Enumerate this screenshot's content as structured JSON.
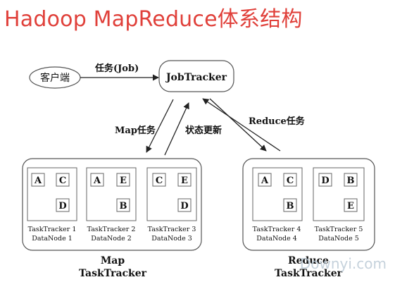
{
  "title": "Hadoop MapReduce体系结构",
  "client": {
    "label": "客户端"
  },
  "job_arrow_label": "任务(Job)",
  "jobtracker": {
    "label": "JobTracker"
  },
  "edges": {
    "map_task": "Map任务",
    "status_update": "状态更新",
    "reduce_task": "Reduce任务"
  },
  "groups": {
    "map": {
      "label_line1": "Map",
      "label_line2": "TaskTracker",
      "nodes": [
        {
          "tracker": "TaskTracker 1",
          "datanode": "DataNode 1",
          "cells": [
            "A",
            "C",
            "D"
          ]
        },
        {
          "tracker": "TaskTracker 2",
          "datanode": "DataNode 2",
          "cells": [
            "A",
            "E",
            "B"
          ]
        },
        {
          "tracker": "TaskTracker 3",
          "datanode": "DataNode 3",
          "cells": [
            "C",
            "E",
            "D"
          ]
        }
      ]
    },
    "reduce": {
      "label_line1": "Reduce",
      "label_line2": "TaskTracker",
      "nodes": [
        {
          "tracker": "TaskTracker 4",
          "datanode": "DataNode 4",
          "cells": [
            "A",
            "C",
            "B"
          ]
        },
        {
          "tracker": "TaskTracker 5",
          "datanode": "DataNode 5",
          "cells": [
            "D",
            "B",
            "E"
          ]
        }
      ]
    }
  },
  "watermark": "Downyi.com"
}
